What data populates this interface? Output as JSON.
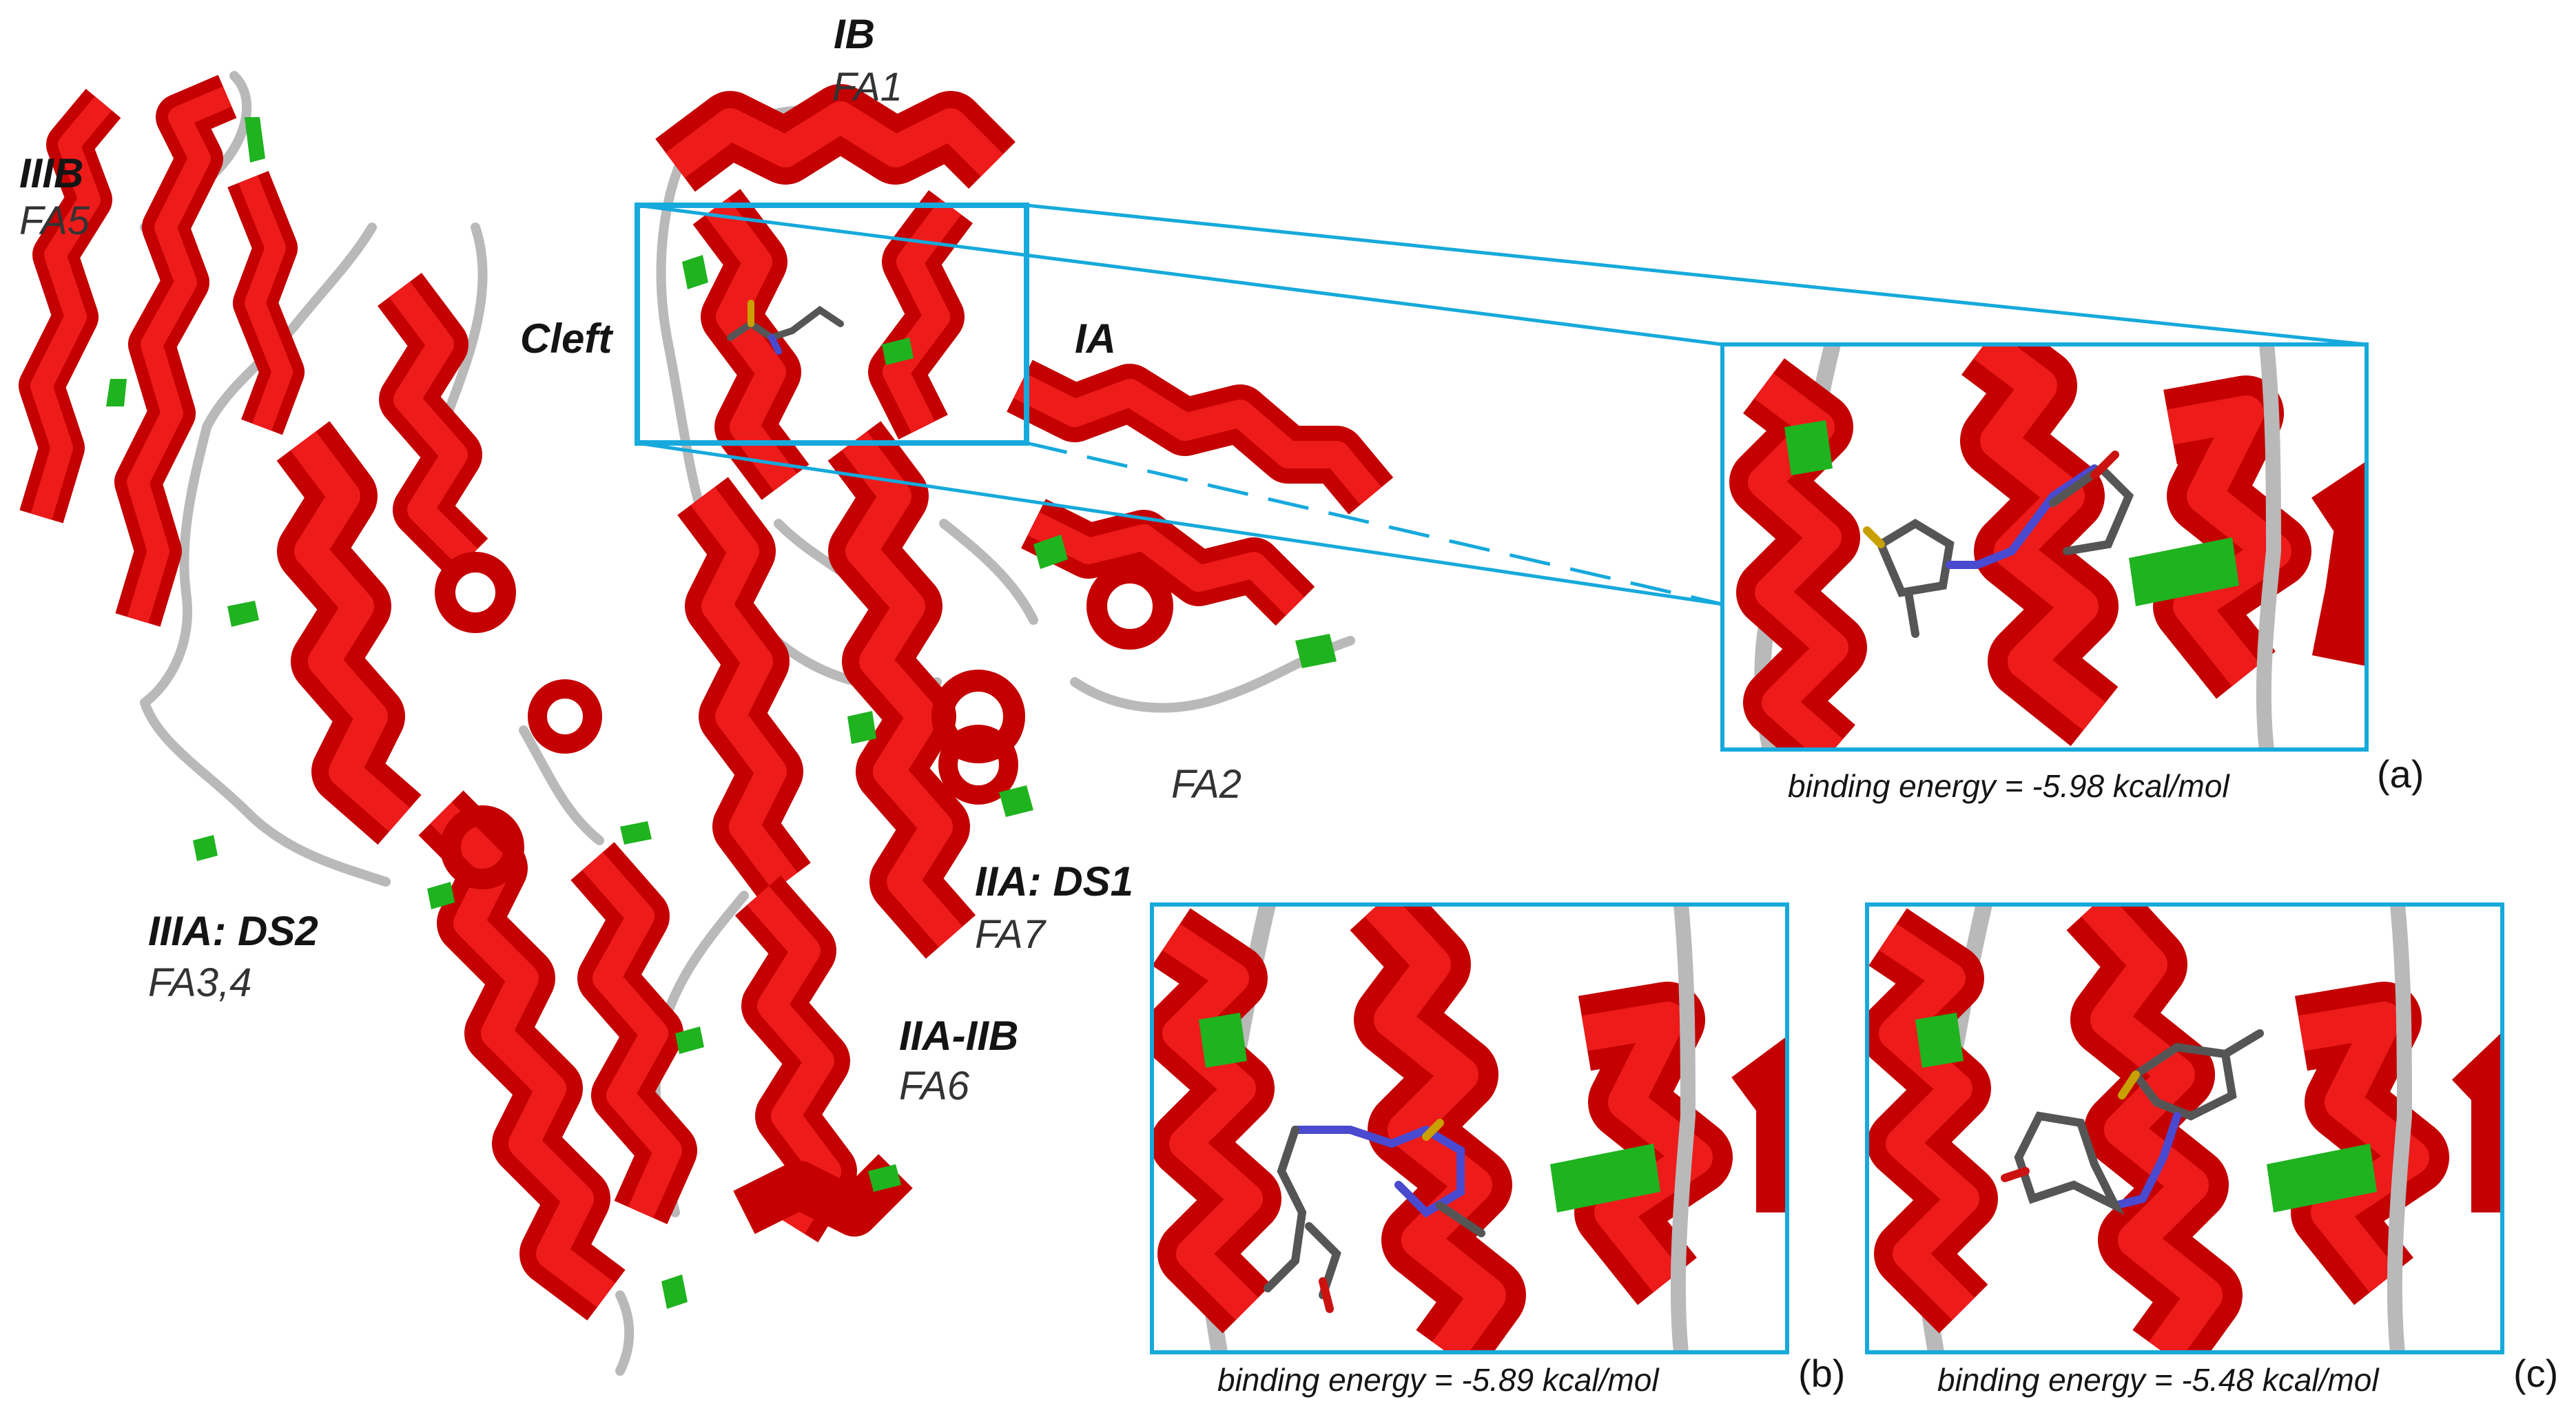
{
  "colors": {
    "helix": "#d90000",
    "helix_dark": "#8e0000",
    "turn": "#1fb31f",
    "coil": "#b9b9b9",
    "frame": "#16a9dc",
    "ligand_carbon": "#555555",
    "ligand_nitrogen": "#4a4ad0",
    "ligand_sulfur": "#c9a000",
    "ligand_oxygen": "#cc1111"
  },
  "labels": {
    "iiib": "IIIB",
    "fa5": "FA5",
    "ib": "IB",
    "fa1": "FA1",
    "cleft": "Cleft",
    "ia": "IA",
    "fa2": "FA2",
    "iia_ds1": "IIA: DS1",
    "fa7": "FA7",
    "iiia_ds2": "IIIA: DS2",
    "fa34": "FA3,4",
    "iia_iib": "IIA-IIB",
    "fa6": "FA6"
  },
  "panels": {
    "a": {
      "letter": "(a)",
      "energy": "binding energy = -5.98 kcal/mol"
    },
    "b": {
      "letter": "(b)",
      "energy": "binding energy = -5.89 kcal/mol"
    },
    "c": {
      "letter": "(c)",
      "energy": "binding energy = -5.48 kcal/mol"
    }
  }
}
